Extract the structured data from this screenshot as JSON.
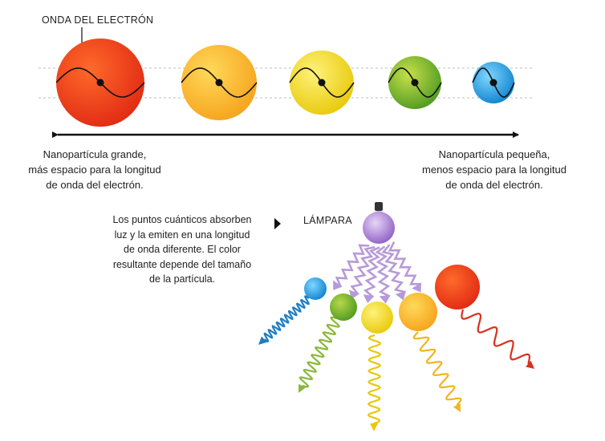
{
  "top": {
    "wave_label": "ONDA DEL ELECTRÓN",
    "large_caption": [
      "Nanopartícula grande,",
      "más espacio para la longitud",
      "de onda del electrón."
    ],
    "small_caption": [
      "Nanopartícula pequeña,",
      "menos espacio para la longitud",
      "de onda del electrón."
    ],
    "particles": [
      {
        "name": "red",
        "inner": "#ff6a2a",
        "outer": "#e12a14"
      },
      {
        "name": "orange",
        "inner": "#ffd95a",
        "outer": "#f6a31c"
      },
      {
        "name": "yellow",
        "inner": "#fff27a",
        "outer": "#e7c90a"
      },
      {
        "name": "green",
        "inner": "#c7e04a",
        "outer": "#4f9a22"
      },
      {
        "name": "blue",
        "inner": "#7fd6ff",
        "outer": "#0f83cf"
      }
    ]
  },
  "bottom": {
    "explanation": [
      "Los puntos cuánticos absorben",
      "luz y la emiten en una longitud",
      "de onda diferente. El color",
      "resultante depende del tamaño",
      "de la partícula."
    ],
    "lamp_label": "LÁMPARA",
    "lamp_color": "#a77cd1",
    "dots": [
      {
        "name": "blue",
        "inner": "#7fd6ff",
        "outer": "#0f83cf"
      },
      {
        "name": "green",
        "inner": "#b6d84a",
        "outer": "#4f9a22"
      },
      {
        "name": "yellow",
        "inner": "#fff27a",
        "outer": "#e7c90a"
      },
      {
        "name": "orange",
        "inner": "#ffd95a",
        "outer": "#f6a31c"
      },
      {
        "name": "red",
        "inner": "#ff6a2a",
        "outer": "#e12a14"
      }
    ]
  }
}
